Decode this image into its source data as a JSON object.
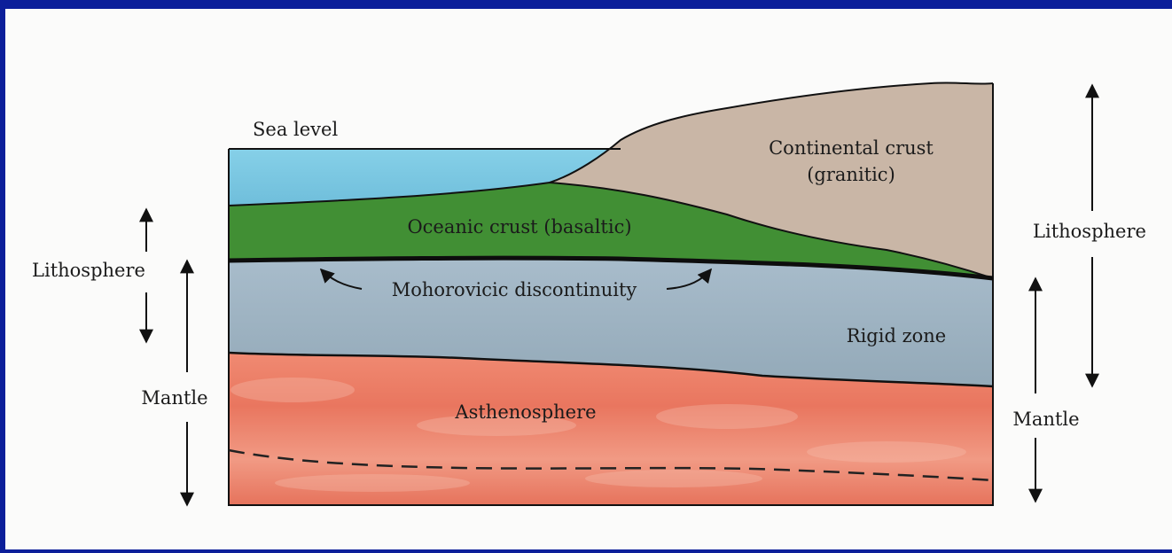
{
  "labels": {
    "sea_level": "Sea level",
    "continental_crust_line1": "Continental crust",
    "continental_crust_line2": "(granitic)",
    "oceanic_crust": "Oceanic crust (basaltic)",
    "moho": "Mohorovicic discontinuity",
    "rigid_zone": "Rigid zone",
    "asthenosphere": "Asthenosphere",
    "left_lithosphere": "Lithosphere",
    "left_mantle": "Mantle",
    "right_lithosphere": "Lithosphere",
    "right_mantle": "Mantle"
  },
  "colors": {
    "frame_border": "#0c1f9a",
    "background": "#fbfbfa",
    "sea": "#7ecbe3",
    "continental_crust": "#c9b6a6",
    "oceanic_crust": "#3f8f35",
    "rigid_zone": "#9fb3c1",
    "asthenosphere": "#e87a62",
    "outline": "#111111"
  }
}
